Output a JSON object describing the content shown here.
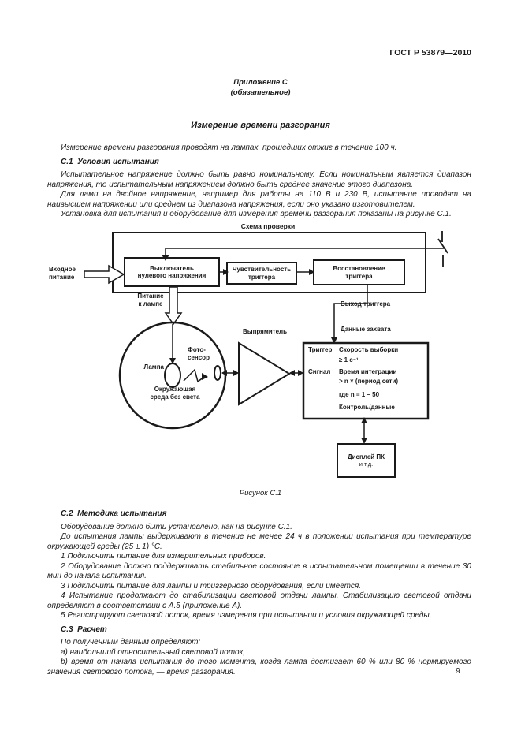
{
  "header": {
    "doc_number": "ГОСТ Р 53879—2010"
  },
  "appendix": {
    "title": "Приложение С",
    "subtitle": "(обязательное)"
  },
  "page_title": "Измерение времени разгорания",
  "content": {
    "p_intro": "Измерение времени разгорания проводят на лампах, прошедших отжиг в течение 100 ч.",
    "h_c1": "С.1  Условия испытания",
    "p_c1_1": "Испытательное напряжение должно быть равно номинальному. Если номинальным является диапазон напряжения, то испытательным напряжением должно быть среднее значение этого диапазона.",
    "p_c1_2": "Для ламп на двойное напряжение, например для работы на 110 В и 230 В, испытание проводят на наивысшем напряжении или среднем из диапазона напряжения, если оно указано изготовителем.",
    "p_c1_3": "Установка для испытания и оборудование для измерения времени разгорания показаны на рисунке С.1.",
    "h_c2": "С.2  Методика испытания",
    "p_c2_1": "Оборудование должно быть установлено, как на рисунке С.1.",
    "p_c2_2": "До испытания лампы выдерживают в течение не менее 24 ч в положении испытания при температуре окружающей среды (25 ± 1) °С.",
    "li_1": "1  Подключить питание для измерительных приборов.",
    "li_2": "2  Оборудование должно поддерживать стабильное состояние в испытательном помещении в течение 30 мин до начала испытания.",
    "li_3": "3  Подключить питание для лампы и триггерного оборудования, если имеется.",
    "li_4": "4  Испытание продолжают до стабилизации световой отдачи лампы. Стабилизацию световой отдачи определяют в соответствии с А.5 (приложение А).",
    "li_5": "5  Регистрируют световой поток, время измерения при испытании и условия окружающей среды.",
    "h_c3": "С.3  Расчет",
    "p_c3_1": "По полученным данным определяют:",
    "p_c3_a": "а)  наибольший относительный световой поток,",
    "p_c3_b": "b)  время от начала испытания до того момента, когда лампа достигает 60 % или 80 % нормируемого значения светового потока, —  время разгорания."
  },
  "diagram": {
    "title": "Схема проверки",
    "box_zero_switch": {
      "line1": "Выключатель",
      "line2": "нулевого напряжения"
    },
    "box_trigger_sensitivity": {
      "line1": "Чувствительность",
      "line2": "триггера"
    },
    "box_trigger_recovery": {
      "line1": "Восстановление",
      "line2": "триггера"
    },
    "label_input_power": {
      "line1": "Входное",
      "line2": "питание"
    },
    "label_lamp_power": {
      "line1": "Питание",
      "line2": "к лампе"
    },
    "label_trigger_output": "Выход триггера",
    "label_data_capture": "Данные захвата",
    "label_lamp": "Лампа",
    "label_photo_sensor": {
      "line1": "Фото-",
      "line2": "сенсор"
    },
    "label_environment": {
      "line1": "Окружающая",
      "line2": "среда без света"
    },
    "label_rectifier": "Выпрямитель",
    "data_box": {
      "row1_label": "Триггер",
      "row1_value1": "Скорость выборки",
      "row1_value2": "≥ 1 с⁻¹",
      "row2_label": "Сигнал",
      "row2_value1": "Время интеграции",
      "row2_value2": "> n × (период сети)",
      "row3": "где n = 1 – 50",
      "row4": "Контроль/данные"
    },
    "display_box": {
      "line1": "Дисплей ПК",
      "line2": "и т.д."
    }
  },
  "figure_caption": "Рисунок С.1",
  "page_number": "9",
  "colors": {
    "ink": "#1a1a1a",
    "paper": "#ffffff"
  }
}
